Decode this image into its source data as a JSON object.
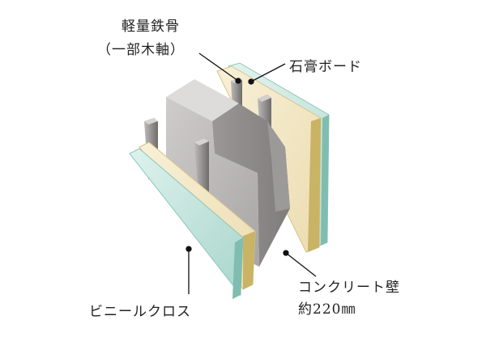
{
  "labels": {
    "light_steel_line1": "軽量鉄骨",
    "light_steel_line2": "（一部木軸）",
    "gypsum_board": "石膏ボード",
    "concrete_wall_line1": "コンクリート壁",
    "concrete_wall_line2": "約220㎜",
    "vinyl_cloth": "ビニールクロス"
  },
  "colors": {
    "concrete": "#b7b4b4",
    "concrete_dark": "#8f8c8c",
    "gypsum": "#f1e6c6",
    "gypsum_edge": "#d9c98e",
    "glass_green": "#cfe9e3",
    "glass_edge": "#9fd0c6",
    "steel": "#8a8787",
    "leader": "#111111"
  }
}
